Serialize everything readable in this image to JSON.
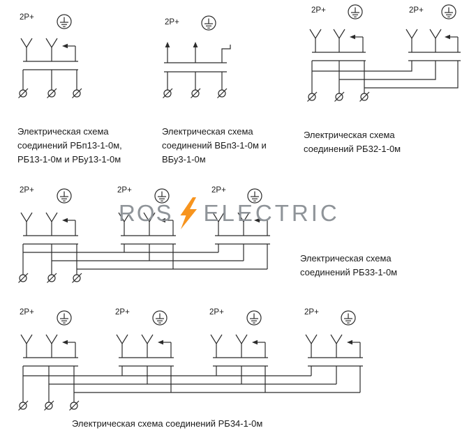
{
  "colors": {
    "line": "#2b2b2b",
    "text": "#1a1a1a",
    "watermark_text": "#8F9499",
    "bolt": "#F7941E"
  },
  "labels": {
    "socket_type": "2P+"
  },
  "watermark": {
    "left": "ROS",
    "right": "ELECTRIC"
  },
  "icons": {
    "ground": "ground-icon",
    "socket_contact": "socket-contact-icon",
    "ground_contact_arrow": "ground-contact-arrow-icon",
    "plug_pin": "plug-pin-icon",
    "plug_ground_pin": "plug-ground-pin-icon",
    "terminal": "terminal-icon",
    "lightning_bolt": "lightning-bolt-icon"
  },
  "diagrams": [
    {
      "id": "rb13",
      "socket_count": 1,
      "caption": "Электрическая схема\nсоединений РБп13-1-0м,\nРБ13-1-0м и РБу13-1-0м"
    },
    {
      "id": "vb3",
      "socket_count": 1,
      "caption": "Электрическая схема\nсоединений ВБп3-1-0м и\nВБу3-1-0м"
    },
    {
      "id": "rb32",
      "socket_count": 2,
      "caption": "Электрическая схема\nсоединений РБ32-1-0м"
    },
    {
      "id": "rb33",
      "socket_count": 3,
      "caption": "Электрическая схема\nсоединений РБ33-1-0м"
    },
    {
      "id": "rb34",
      "socket_count": 4,
      "caption": "Электрическая схема соединений РБ34-1-0м"
    }
  ]
}
